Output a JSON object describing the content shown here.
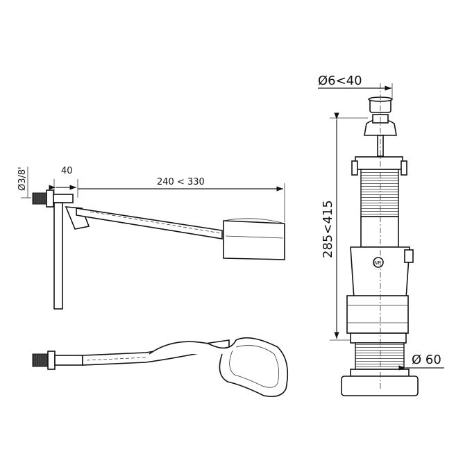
{
  "dimensions": {
    "inlet_diameter": "Ø3/8'",
    "inlet_offset": "40",
    "arm_length": "240 < 330",
    "button_diameter": "Ø6<40",
    "valve_height": "285<415",
    "base_diameter": "Ø 60"
  },
  "logo": "NF",
  "colors": {
    "line": "#111111",
    "background": "#ffffff"
  }
}
